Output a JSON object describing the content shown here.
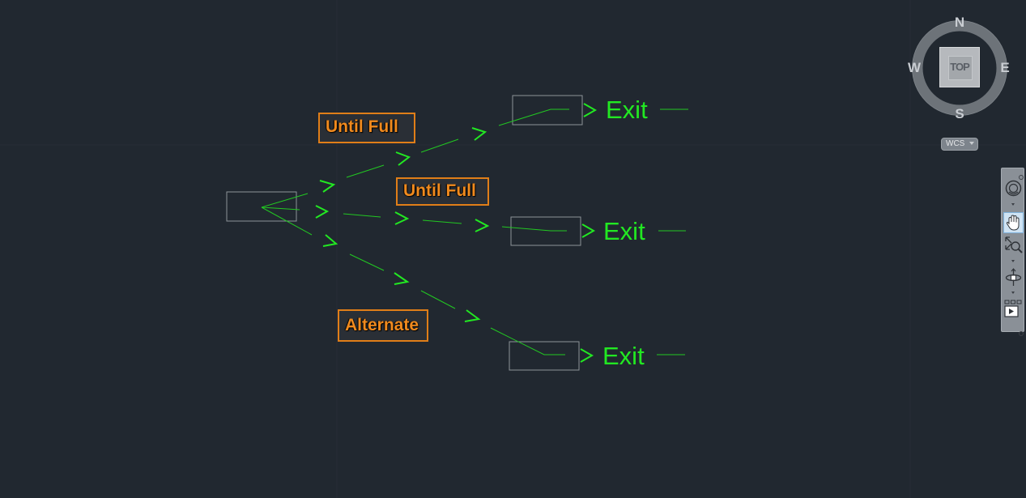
{
  "diagram": {
    "labels": {
      "until_full_1": "Until Full",
      "until_full_2": "Until Full",
      "alternate": "Alternate"
    },
    "exits": [
      "Exit",
      "Exit",
      "Exit"
    ],
    "arrow_glyph": ">"
  },
  "viewcube": {
    "north": "N",
    "south": "S",
    "east": "E",
    "west": "W",
    "top_face": "TOP",
    "wcs_label": "WCS"
  },
  "navbar": {
    "tools": [
      "steering-wheel-icon",
      "pan-hand-icon",
      "zoom-extents-icon",
      "orbit-icon",
      "showmotion-icon"
    ],
    "active_tool": "pan-hand-icon"
  },
  "colors": {
    "background": "#212830",
    "diagram_green": "#22e822",
    "label_orange": "#f08a1e",
    "box_outline": "#8d9399"
  }
}
